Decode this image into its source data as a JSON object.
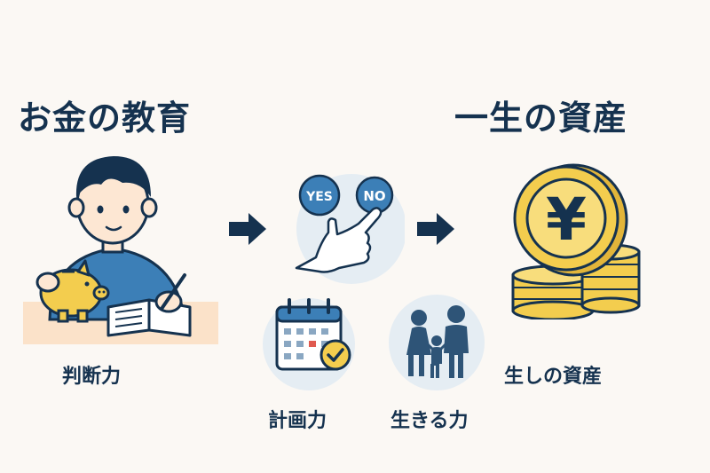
{
  "titles": {
    "left": "お金の教育",
    "right": "一生の資産"
  },
  "labels": {
    "judgment": "判断力",
    "planning": "計画力",
    "living": "生きる力",
    "asset": "生しの資産"
  },
  "choice_buttons": {
    "yes": "YES",
    "no": "NO"
  },
  "coin_symbol": "¥",
  "colors": {
    "navy": "#15324f",
    "sweater": "#3c7fb7",
    "gold": "#f3cd4e",
    "desk": "#fbe2c9",
    "circle_bg": "#e5edf3"
  }
}
